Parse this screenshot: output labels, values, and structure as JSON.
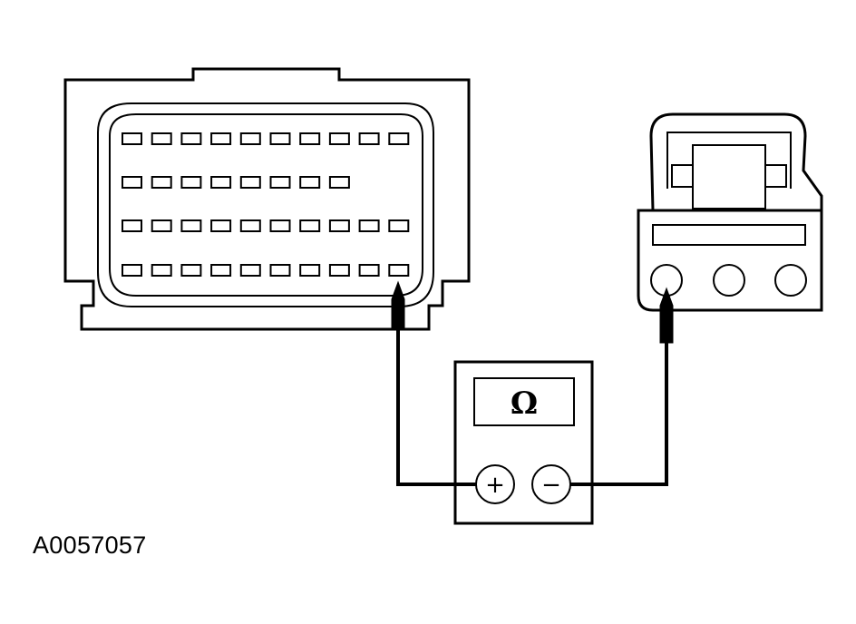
{
  "figure": {
    "id_label": "A0057057"
  },
  "meter": {
    "display_symbol": "Ω",
    "positive_terminal": "+",
    "negative_terminal": "−"
  },
  "large_connector": {
    "rows": [
      10,
      8,
      10,
      10
    ],
    "probed_pin": {
      "row": 4,
      "pin": 10
    }
  },
  "small_connector": {
    "pin_count": 3,
    "probed_pin": 1
  },
  "colors": {
    "line": "#000000",
    "background": "#ffffff"
  }
}
